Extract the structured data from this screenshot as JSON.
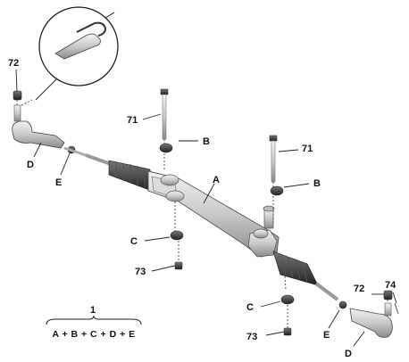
{
  "labels": {
    "l72_left": "72",
    "l72_right": "72",
    "l71_upper": "71",
    "l71_lower": "71",
    "lB_upper": "B",
    "lB_lower": "B",
    "lA": "A",
    "lC_left": "C",
    "lC_right": "C",
    "l73_left": "73",
    "l73_right": "73",
    "lD_left": "D",
    "lD_right": "D",
    "lE_left": "E",
    "lE_right": "E",
    "l74": "74",
    "l1": "1"
  },
  "formula": "A + B + C + D + E"
}
